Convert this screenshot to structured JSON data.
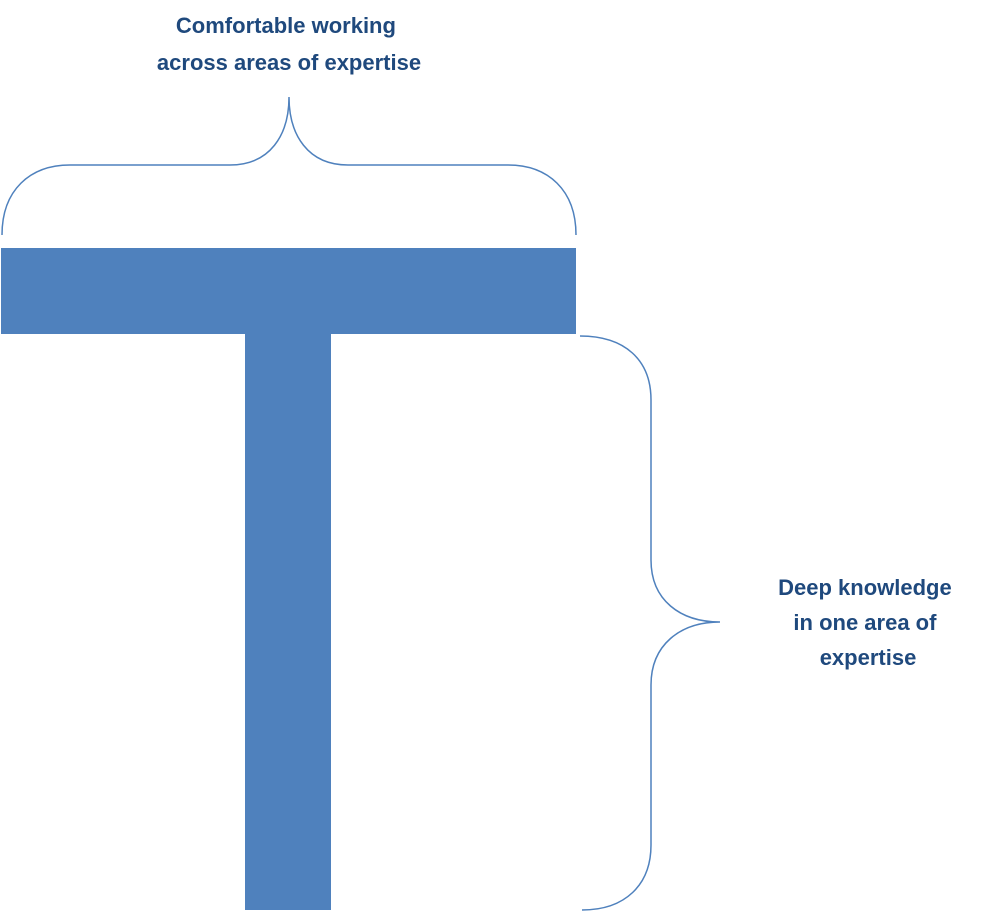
{
  "colors": {
    "bar": "#4F81BD",
    "brace": "#4F81BD",
    "text": "#1F497D"
  },
  "top_label": {
    "lines": [
      "Comfortable working",
      "across areas of expertise"
    ]
  },
  "side_label": {
    "lines": [
      "Deep knowledge",
      "in one area of",
      "expertise"
    ]
  }
}
